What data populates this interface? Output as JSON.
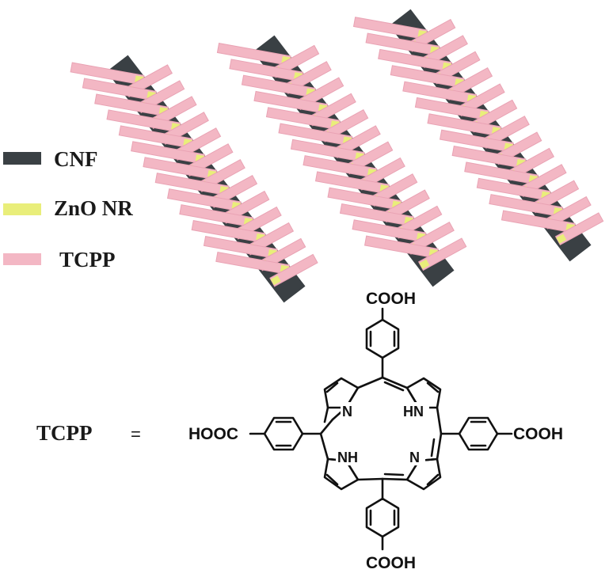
{
  "colors": {
    "cnf": "#3a4044",
    "zno": "#e9ee7a",
    "tcpp": "#f3b7c4",
    "text": "#1a1a1a"
  },
  "legend": [
    {
      "key": "cnf",
      "label": "CNF"
    },
    {
      "key": "zno",
      "label": "ZnO NR"
    },
    {
      "key": "tcpp",
      "label": "TCPP"
    }
  ],
  "structure": {
    "name": "TCPP",
    "equals": "=",
    "top_group": "COOH",
    "bottom_group": "COOH",
    "left_group": "HOOC",
    "right_group": "COOH",
    "n1": "N",
    "n2": "HN",
    "n3": "NH",
    "n4": "N"
  }
}
